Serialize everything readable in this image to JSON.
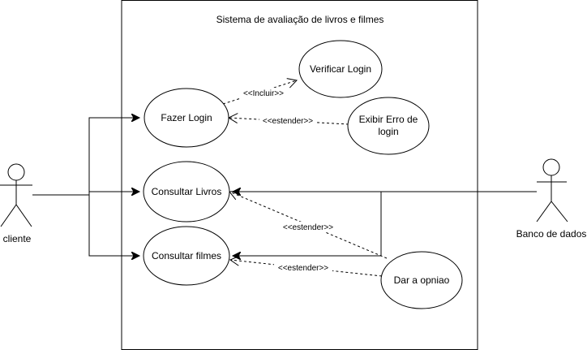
{
  "system": {
    "title": "Sistema de avaliação de livros e filmes"
  },
  "actors": {
    "cliente": "cliente",
    "banco": "Banco de dados"
  },
  "use_cases": {
    "fazer_login": "Fazer Login",
    "verificar_login": "Verificar Login",
    "exibir_erro_line1": "Exibir Erro de",
    "exibir_erro_line2": "login",
    "consultar_livros": "Consultar Livros",
    "consultar_filmes": "Consultar filmes",
    "dar_opniao": "Dar a opniao"
  },
  "relations": {
    "incluir": "<<Incluir>>",
    "estender_login": "<<estender>>",
    "estender_livros": "<<estender>>",
    "estender_filmes": "<<estender>>"
  }
}
